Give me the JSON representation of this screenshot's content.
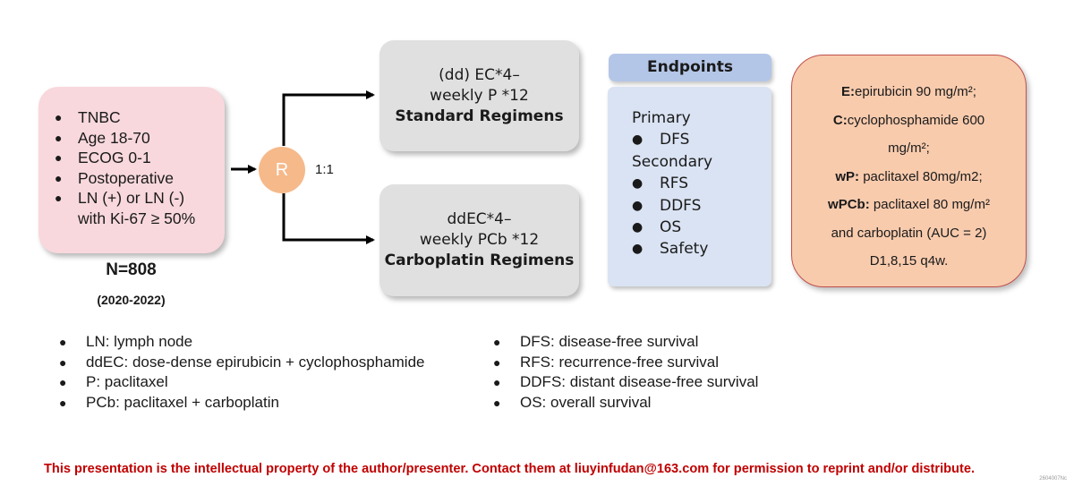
{
  "inclusion": {
    "items": [
      "TNBC",
      "Age 18-70",
      "ECOG 0-1",
      "Postoperative",
      "LN (+) or LN (-)"
    ],
    "item_cont": "with Ki-67 ≥ 50%",
    "n": "N=808",
    "years": "(2020-2022)"
  },
  "randomization": {
    "label": "R",
    "ratio": "1:1"
  },
  "arms": [
    {
      "line1": "(dd) EC*4–",
      "line2": "weekly P *12",
      "name": "Standard Regimens"
    },
    {
      "line1": "ddEC*4–",
      "line2": "weekly PCb *12",
      "name": "Carboplatin Regimens"
    }
  ],
  "endpoints": {
    "header": "Endpoints",
    "primary_label": "Primary",
    "primary": [
      "DFS"
    ],
    "secondary_label": "Secondary",
    "secondary": [
      "RFS",
      "DDFS",
      "OS",
      "Safety"
    ]
  },
  "drugs": {
    "e_key": "E:",
    "e_val": "epirubicin 90 mg/m²;",
    "c_key": "C:",
    "c_val1": "cyclophosphamide 600",
    "c_val2": "mg/m²;",
    "wp_key": "wP:",
    "wp_val": " paclitaxel 80mg/m2;",
    "wpcb_key": "wPCb:",
    "wpcb_val": " paclitaxel 80 mg/m²",
    "line6": "and carboplatin (AUC = 2)",
    "line7": "D1,8,15 q4w."
  },
  "abbreviations_left": [
    "LN: lymph node",
    "ddEC: dose-dense epirubicin + cyclophosphamide",
    "P: paclitaxel",
    "PCb: paclitaxel + carboplatin"
  ],
  "abbreviations_right": [
    "DFS: disease-free survival",
    "RFS: recurrence-free survival",
    "DDFS: distant disease-free survival",
    "OS: overall survival"
  ],
  "footer": "This presentation is the intellectual property of the author/presenter. Contact them at liuyinfudan@163.com for permission to reprint and/or distribute.",
  "footer_id": "2604007Nc",
  "colors": {
    "inclusion_bg": "#f8d8dd",
    "circle": "#f6b98a",
    "arm_bg": "#e0e0e0",
    "endpoint_header": "#b4c6e7",
    "endpoint_bg": "#dae3f3",
    "drug_bg": "#f8cbad",
    "drug_border": "#c0504d",
    "footer_text": "#c00000"
  }
}
